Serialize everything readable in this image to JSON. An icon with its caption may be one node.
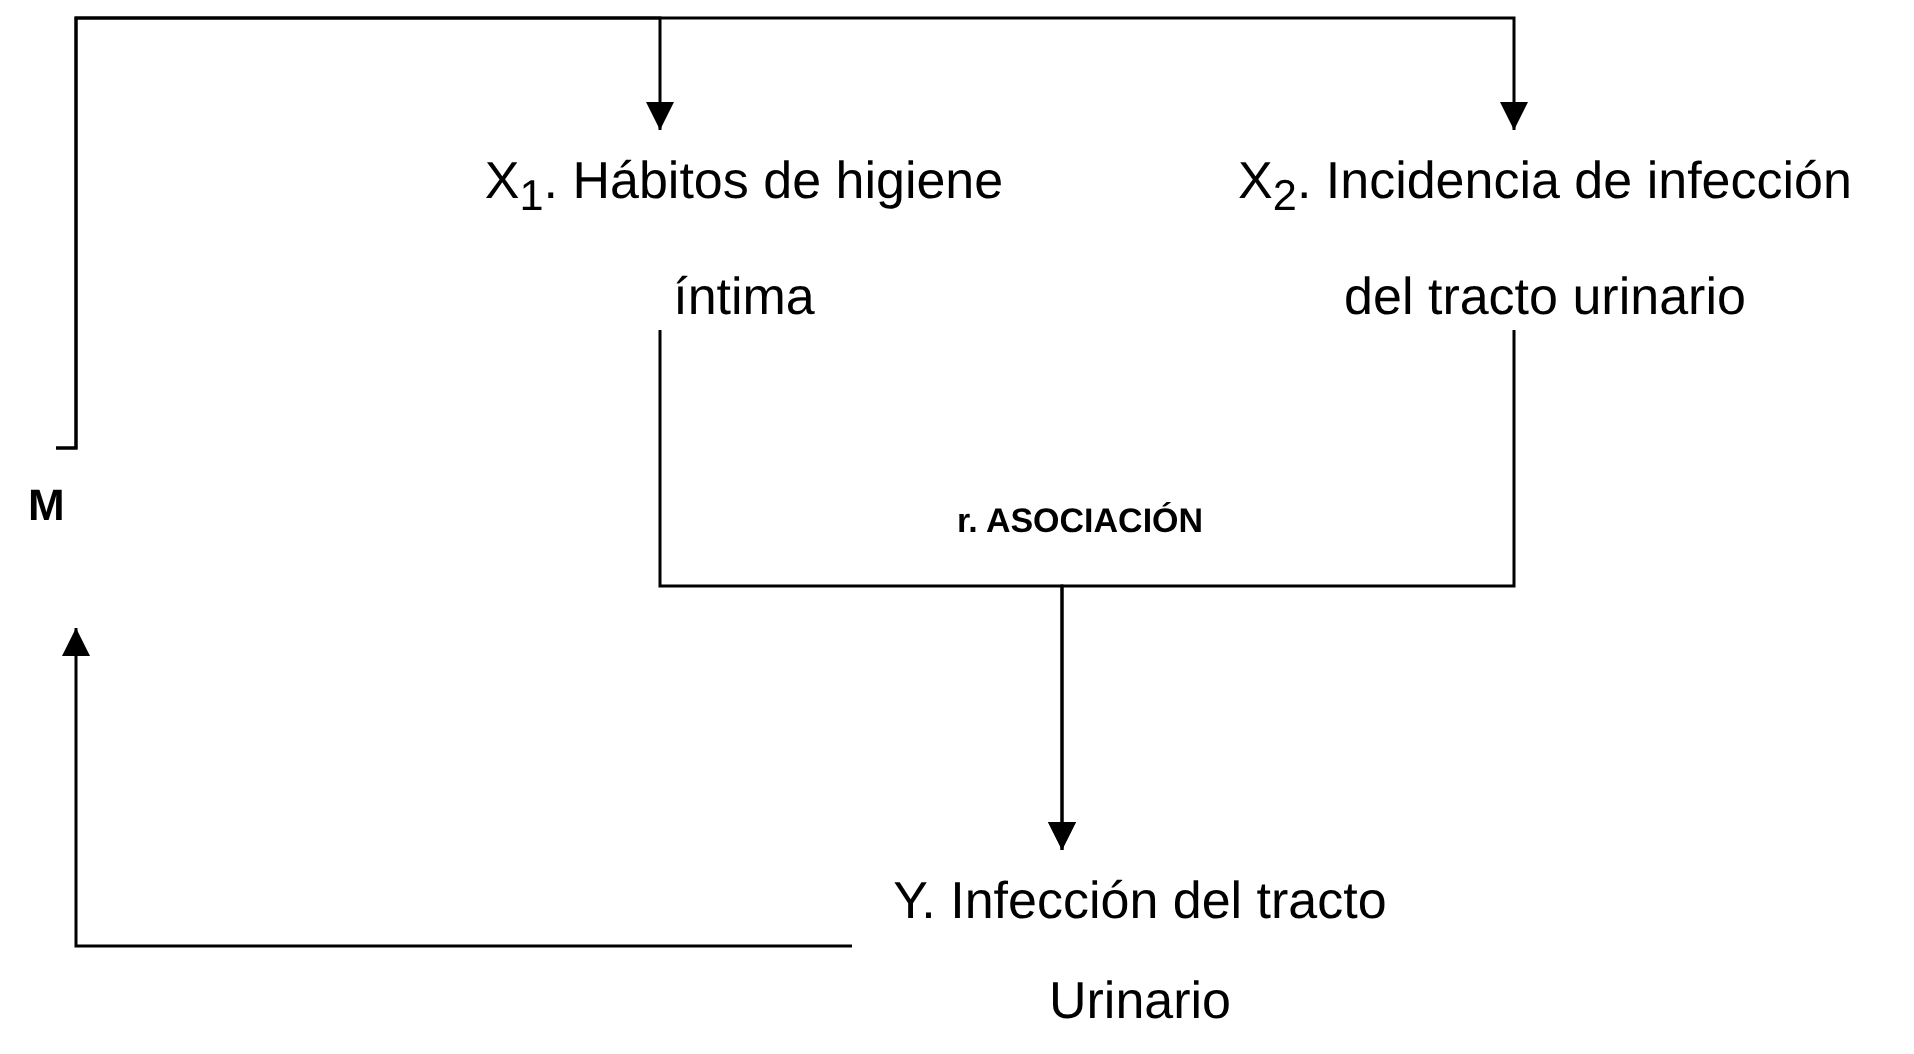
{
  "diagram": {
    "nodes": [
      {
        "text": [
          "M"
        ]
      },
      {
        "text": [
          "X$_{1}$. Hábitos de higiene íntima"
        ]
      },
      {
        "text": [
          "X$_{2}$. Incidencia de infección del tracto urinario"
        ]
      },
      {
        "text": [
          "Y. Infección del tracto Urinario"
        ]
      }
    ],
    "edges": [
      {
        "from": 0,
        "to": 1,
        "arrow": "to"
      },
      {
        "from": 0,
        "to": 2,
        "arrow": "to"
      },
      {
        "from": 1,
        "to": 3,
        "arrow": "to"
      },
      {
        "from": 2,
        "to": 3,
        "arrow": "to"
      },
      {
        "from": 3,
        "to": 0,
        "arrow": "to"
      }
    ],
    "labels": [
      "r. ASOCIACIÓN"
    ]
  }
}
